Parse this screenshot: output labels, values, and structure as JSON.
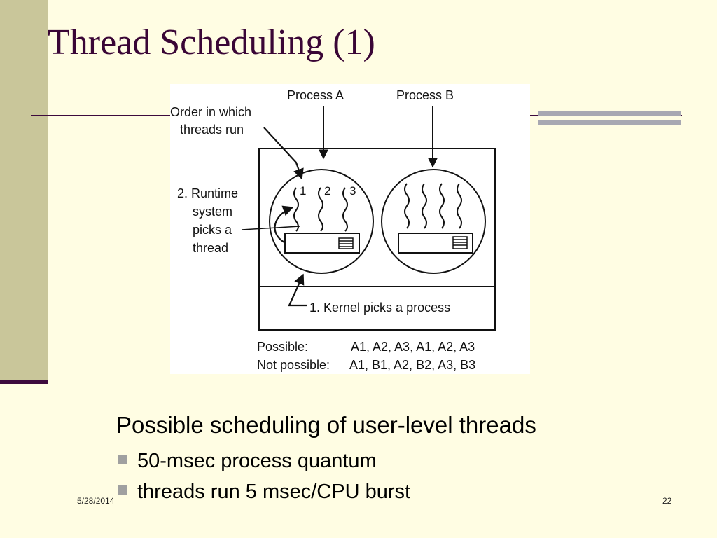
{
  "slide": {
    "title": "Thread Scheduling (1)",
    "subtitle": "Possible scheduling of user-level threads",
    "bullets": [
      "50-msec process quantum",
      "threads run 5 msec/CPU burst"
    ],
    "date": "5/28/2014",
    "page_number": "22"
  },
  "diagram": {
    "process_a": "Process A",
    "process_b": "Process B",
    "order_label_1": "Order in which",
    "order_label_2": "threads run",
    "runtime_1": "2. Runtime",
    "runtime_2": "system",
    "runtime_3": "picks a",
    "runtime_4": "thread",
    "thread_1": "1",
    "thread_2": "2",
    "thread_3": "3",
    "kernel_label": "1. Kernel picks a process",
    "possible_label": "Possible:",
    "possible_seq": "A1, A2, A3, A1, A2, A3",
    "not_possible_label": "Not possible:",
    "not_possible_seq": "A1, B1, A2, B2, A3, B3"
  },
  "colors": {
    "background": "#fffde3",
    "band": "#c9c69a",
    "accent": "#3d0a3d",
    "title": "#3a0636",
    "bullet": "#a0a0a0"
  }
}
